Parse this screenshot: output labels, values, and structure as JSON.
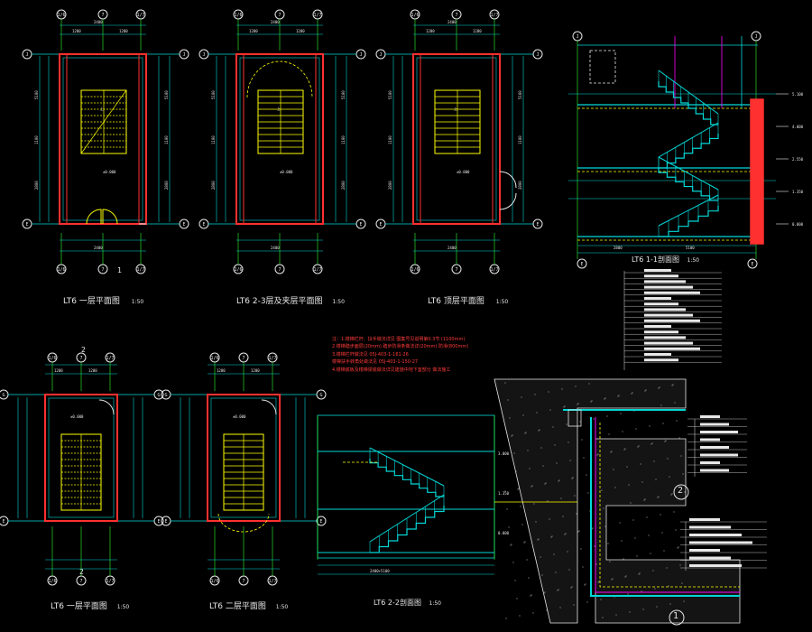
{
  "colors": {
    "background": "#000000",
    "axis_cyan": "#00d8d8",
    "stair_yellow": "#ffff00",
    "wall_red": "#ff3030",
    "green_line": "#30ff30",
    "text_white": "#e8e8e8",
    "note_red": "#ff3b3b",
    "magenta": "#ff00ff"
  },
  "plans": [
    {
      "title": "LT6 一层平面图",
      "scale": "1:50",
      "axis_top": [
        "1/6",
        "7",
        "1/7"
      ],
      "rows": [
        "J",
        "E"
      ]
    },
    {
      "title": "LT6 2-3层及夹层平面图",
      "scale": "1:50",
      "axis_top": [
        "1/6",
        "7",
        "1/7"
      ],
      "rows": [
        "J",
        "E"
      ]
    },
    {
      "title": "LT6 顶层平面图",
      "scale": "1:50",
      "axis_top": [
        "1/6",
        "7",
        "1/7"
      ],
      "rows": [
        "J",
        "E"
      ]
    },
    {
      "title": "LT6 一层平面图",
      "scale": "1:50",
      "axis_top": [
        "1/6",
        "7",
        "1/7"
      ],
      "rows": [
        "G",
        "E"
      ]
    },
    {
      "title": "LT6 二层平面图",
      "scale": "1:50",
      "axis_top": [
        "1/6",
        "7",
        "1/7"
      ],
      "rows": [
        "G",
        "E"
      ]
    }
  ],
  "section_right": {
    "title": "LT6 1-1剖面图",
    "scale": "1:50",
    "axes": [
      "E",
      "J"
    ]
  },
  "section_bottom": {
    "title": "LT6 2-2剖面图",
    "scale": "1:50"
  },
  "notes": [
    "注：1.楼梯栏杆、扶手做法详见  图集号见说明第0.3节 (1100mm)",
    "  2.楼梯踏步面层(20mm) 踏步防滑条做法详(20mm)  防滑(800mm)",
    "  3.楼梯栏杆做法见 05J-403-1-161-26",
    "  楼梯扶手转角处做法见 05J-403-1-150-27",
    "  4.楼梯底板及楼梯梁底做法详见建施中地下室部分 做法施工"
  ],
  "detail_labels": [
    "1",
    "2"
  ]
}
